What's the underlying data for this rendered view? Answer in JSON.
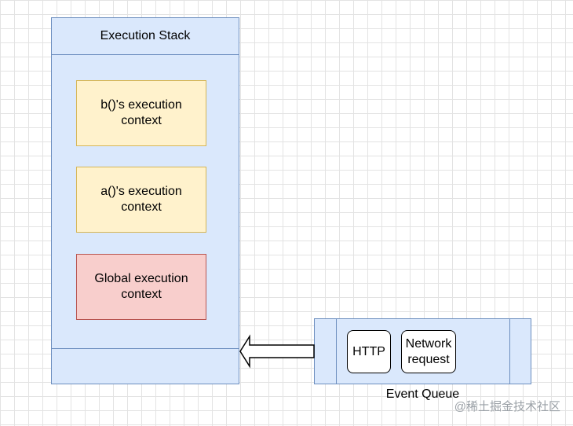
{
  "execution_stack": {
    "title": "Execution Stack",
    "contexts": [
      {
        "label": "b()'s execution context"
      },
      {
        "label": "a()'s execution context"
      },
      {
        "label": "Global execution context"
      }
    ]
  },
  "event_queue": {
    "label": "Event Queue",
    "items": [
      {
        "label": "HTTP"
      },
      {
        "label": "Network request"
      }
    ]
  },
  "watermark": "@稀土掘金技术社区",
  "colors": {
    "container_fill": "#dae8fc",
    "container_border": "#6c8ebf",
    "context_fill": "#fff2cc",
    "context_border": "#d6b656",
    "global_fill": "#f8cecc",
    "global_border": "#b85450"
  }
}
